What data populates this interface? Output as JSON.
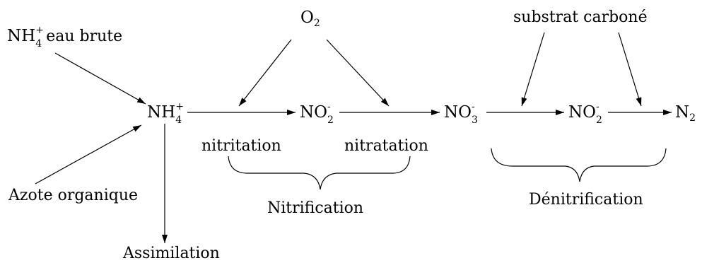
{
  "nodes": {
    "nh4_raw": {
      "base": "NH",
      "sub": "4",
      "sup": "+",
      "text": "eau brute"
    },
    "nh4": {
      "base": "NH",
      "sub": "4",
      "sup": "+"
    },
    "o2": {
      "base": "O",
      "sub": "2"
    },
    "no2_a": {
      "base": "NO",
      "sub": "2",
      "sup": "-"
    },
    "no3": {
      "base": "NO",
      "sub": "3",
      "sup": "-"
    },
    "no2_b": {
      "base": "NO",
      "sub": "2",
      "sup": "-"
    },
    "n2": {
      "base": "N",
      "sub": "2"
    },
    "carbon": "substrat carboné",
    "organic_n": "Azote organique",
    "assimilation": "Assimilation"
  },
  "steps": {
    "nitritation": "nitritation",
    "nitratation": "nitratation"
  },
  "groups": {
    "nitrification": "Nitrification",
    "denitrification": "Dénitrification"
  },
  "colors": {
    "ink": "#000000",
    "background": "#ffffff"
  }
}
